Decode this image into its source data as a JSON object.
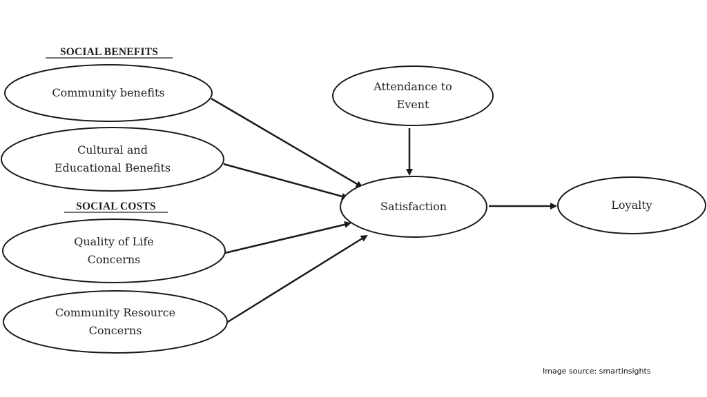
{
  "sections": {
    "benefits_title": "SOCIAL BENEFITS",
    "costs_title": "SOCIAL COSTS"
  },
  "nodes": {
    "community_benefits": {
      "lines": [
        "Community benefits"
      ]
    },
    "cultural_benefits": {
      "lines": [
        "Cultural and",
        "Educational Benefits"
      ]
    },
    "quality_of_life": {
      "lines": [
        "Quality of Life",
        "Concerns"
      ]
    },
    "community_resource": {
      "lines": [
        "Community Resource",
        "Concerns"
      ]
    },
    "attendance": {
      "lines": [
        "Attendance to",
        "Event"
      ]
    },
    "satisfaction": {
      "lines": [
        "Satisfaction"
      ]
    },
    "loyalty": {
      "lines": [
        "Loyalty"
      ]
    }
  },
  "edges": [
    {
      "from": "Community benefits",
      "to": "Satisfaction"
    },
    {
      "from": "Cultural and Educational Benefits",
      "to": "Satisfaction"
    },
    {
      "from": "Quality of Life Concerns",
      "to": "Satisfaction"
    },
    {
      "from": "Community Resource Concerns",
      "to": "Satisfaction"
    },
    {
      "from": "Attendance to Event",
      "to": "Satisfaction"
    },
    {
      "from": "Satisfaction",
      "to": "Loyalty"
    }
  ],
  "caption": "Image source: smartinsights"
}
